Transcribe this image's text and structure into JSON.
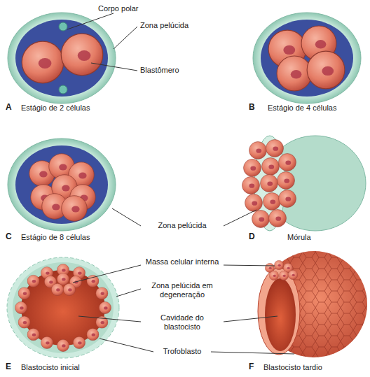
{
  "diagram": {
    "labels": [
      "Corpo polar",
      "Zona pelúcida",
      "Blastômero",
      "A",
      "Estágio de 2 células",
      "B",
      "Estágio de 4 células",
      "Zona pelúcida",
      "C",
      "Estágio de 8 células",
      "D",
      "Mórula",
      "Massa celular interna",
      "Zona pelúcida em degeneração",
      "Cavidade do blastocisto",
      "Trofoblasto",
      "E",
      "Blastocisto inicial",
      "F",
      "Blastocisto tardio"
    ]
  }
}
